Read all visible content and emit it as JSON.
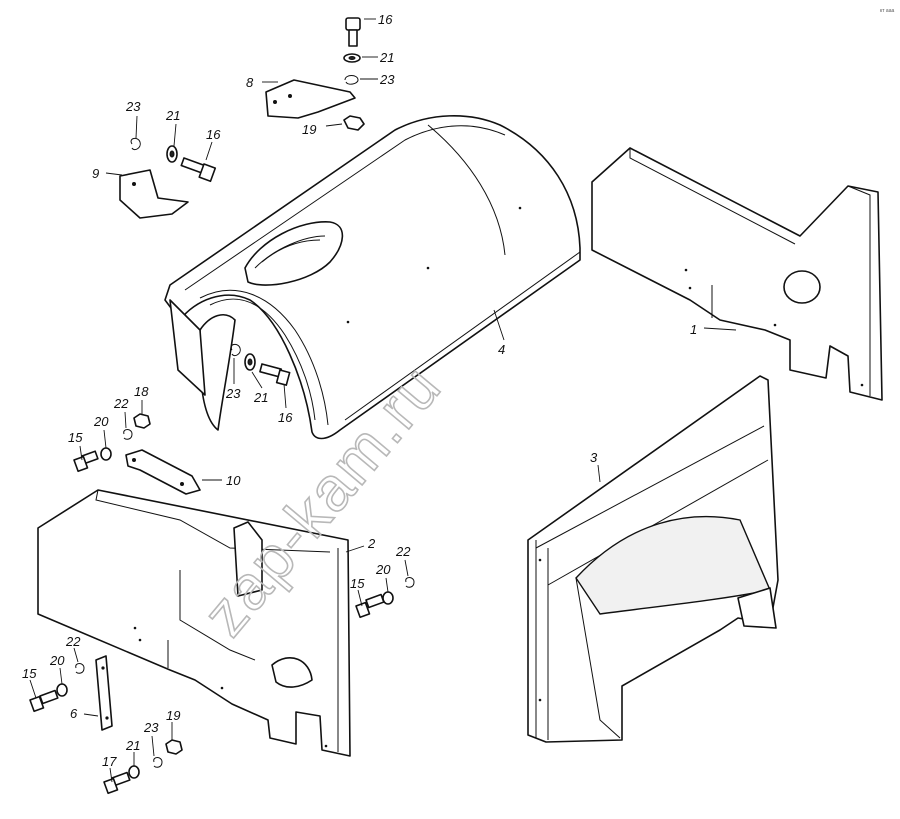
{
  "watermark": "zap-kam.ru",
  "corner_mark": "кт ааа",
  "labels": {
    "p1": "1",
    "p2": "2",
    "p3": "3",
    "p4": "4",
    "p6": "6",
    "p8": "8",
    "p9": "9",
    "p10": "10",
    "b16a": "16",
    "b21a": "21",
    "b23a": "23",
    "b19a": "19",
    "b23b": "23",
    "b21b": "21",
    "b16b": "16",
    "b23c": "23",
    "b21c": "21",
    "b16c": "16",
    "b18a": "18",
    "b22a": "22",
    "b20a": "20",
    "b15a": "15",
    "b22b": "22",
    "b20b": "20",
    "b15b": "15",
    "b22c": "22",
    "b20c": "20",
    "b15c": "15",
    "b23d": "23",
    "b19b": "19",
    "b21d": "21",
    "b17a": "17"
  }
}
